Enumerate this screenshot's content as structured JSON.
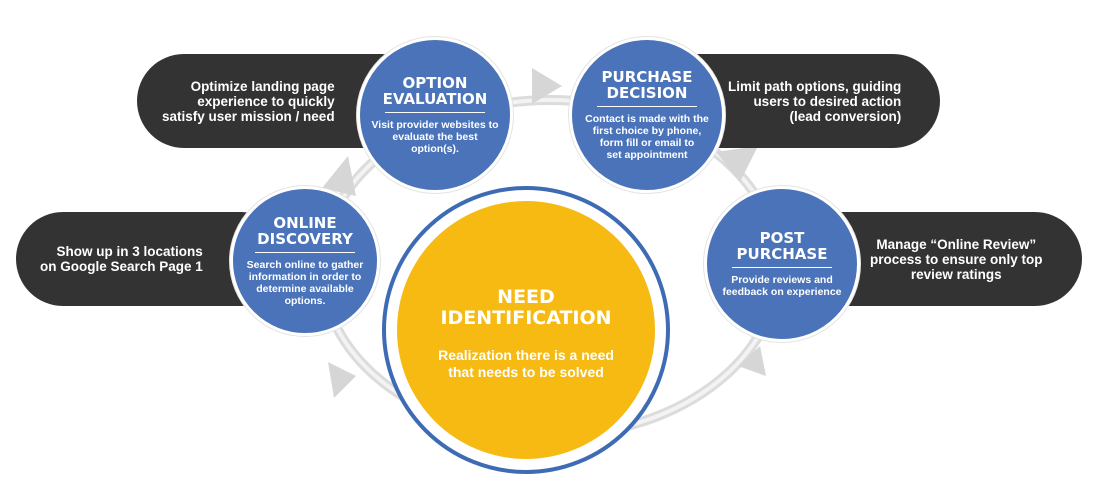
{
  "colors": {
    "pill_bg": "#333333",
    "stage_blue": "#4a73b9",
    "need_yellow": "#f6ba12",
    "ring_blue": "#3d6bb4",
    "arrow_gray": "#dcdcdc"
  },
  "stages": {
    "option_evaluation": {
      "title": "OPTION\nEVALUATION",
      "description": "Visit provider websites to\nevaluate the best\noption(s).",
      "tip": "Optimize landing page\nexperience to quickly\nsatisfy user mission / need"
    },
    "purchase_decision": {
      "title": "PURCHASE\nDECISION",
      "description": "Contact is made with the\nfirst choice by phone,\nform fill or email to\nset appointment",
      "tip": "Limit path options, guiding\nusers to desired action\n(lead conversion)"
    },
    "online_discovery": {
      "title": "ONLINE\nDISCOVERY",
      "description": "Search online to gather\ninformation in order to\ndetermine available\noptions.",
      "tip": "Show up in 3 locations\non  Google Search Page 1"
    },
    "post_purchase": {
      "title": "POST\nPURCHASE",
      "description": "Provide reviews and\nfeedback on experience",
      "tip": "Manage “Online Review”\nprocess to ensure only top\nreview ratings"
    },
    "need_identification": {
      "title": "NEED\nIDENTIFICATION",
      "description": "Realization there is a need\nthat needs to be solved"
    }
  }
}
